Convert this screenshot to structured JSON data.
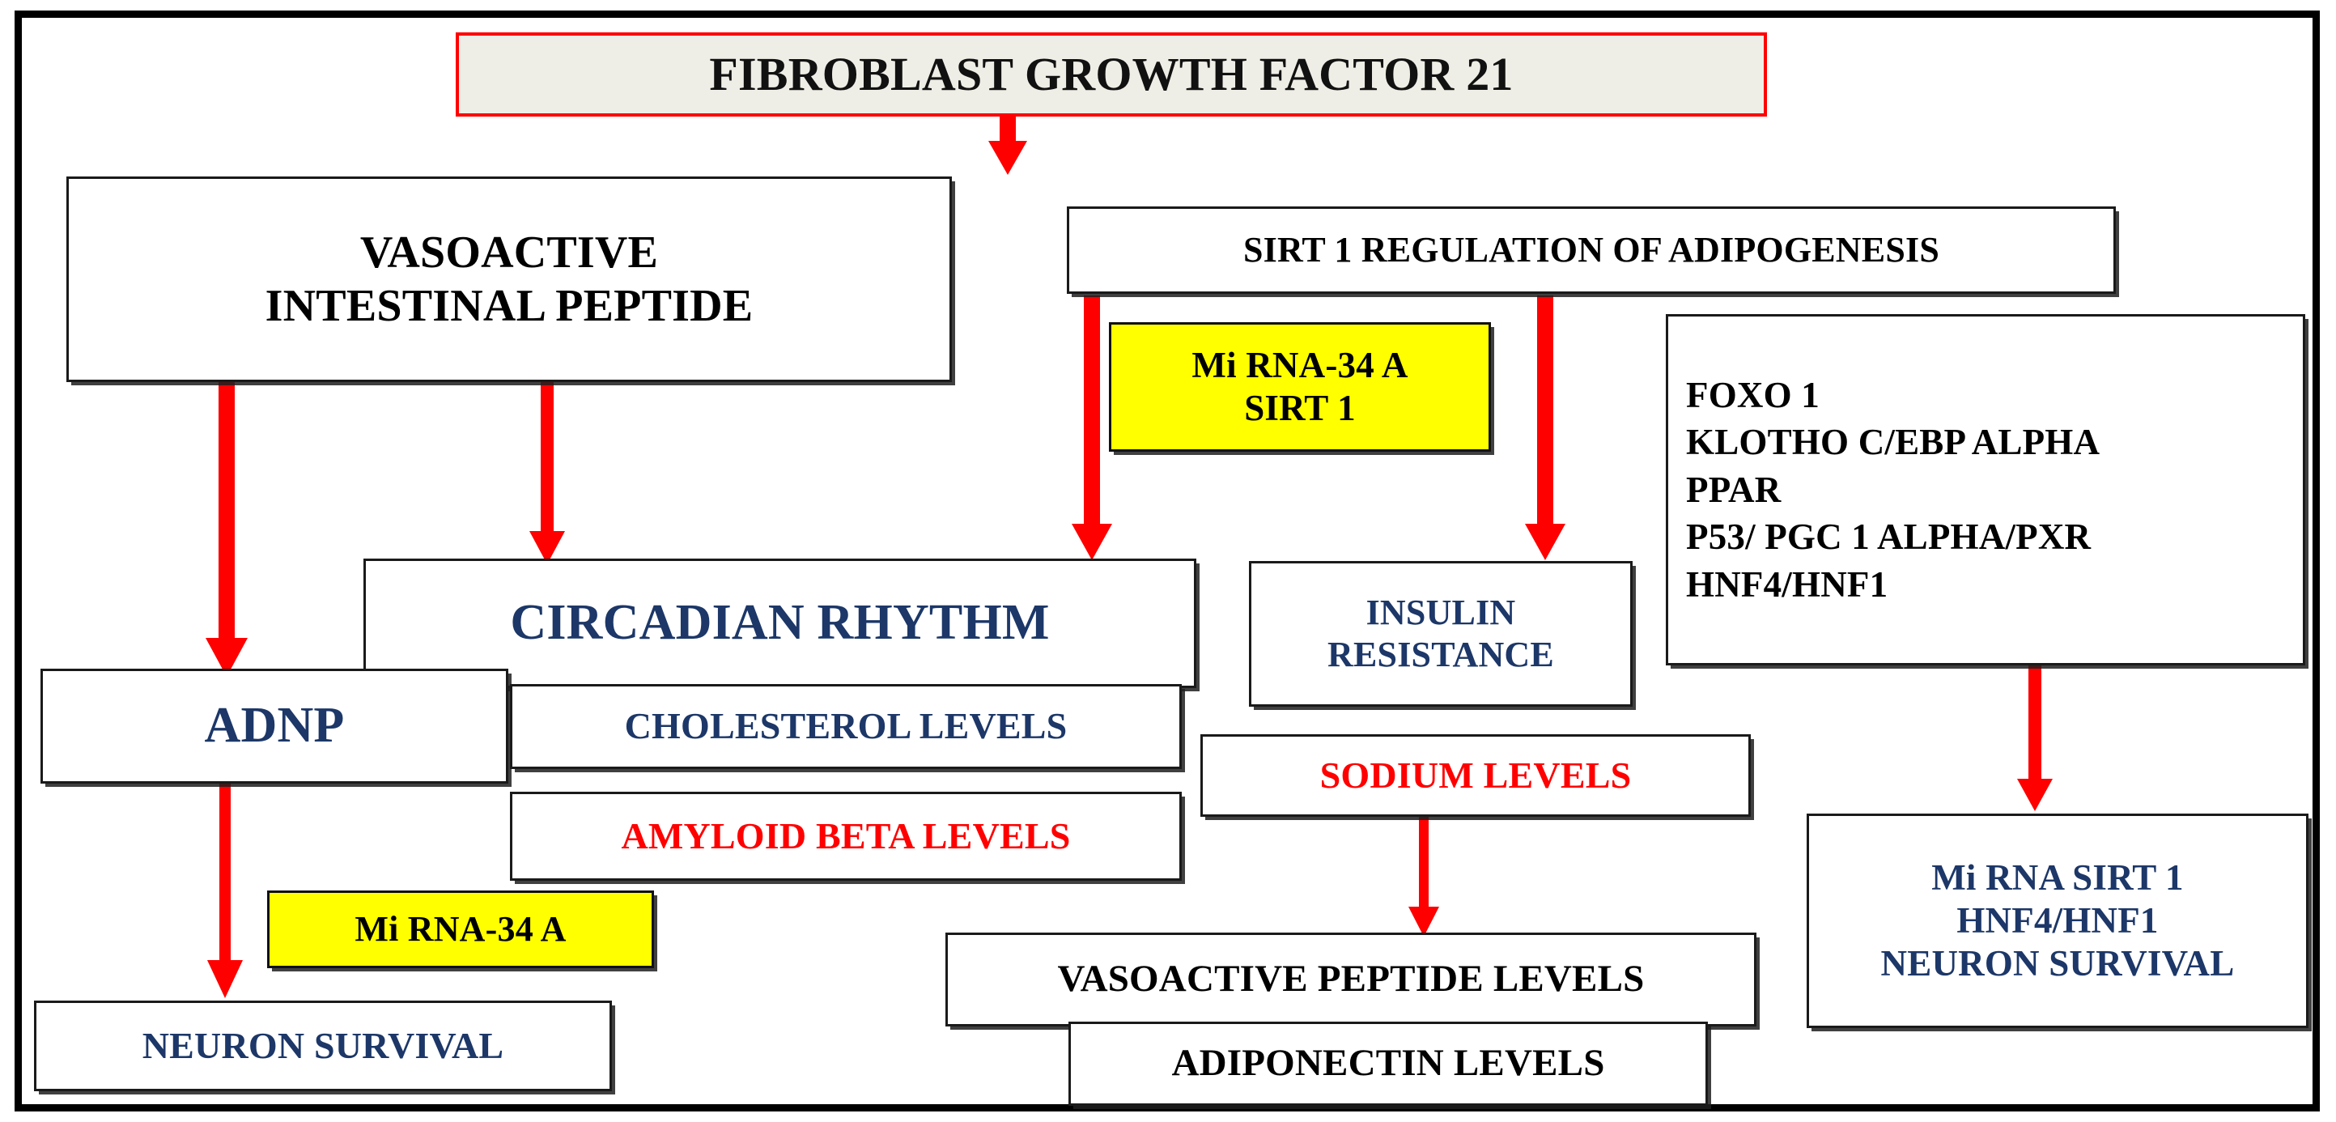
{
  "diagram": {
    "title": "FIBROBLAST GROWTH FACTOR 21",
    "colors": {
      "accent_red": "#ff0000",
      "navy_text": "#1c3768",
      "highlight_yellow": "#ffff00",
      "title_fill": "#efeee6",
      "box_border": "#1a1a1a",
      "frame": "#000000"
    },
    "nodes": {
      "fgf21": {
        "label": "FIBROBLAST GROWTH FACTOR 21"
      },
      "vip": {
        "line1": "VASOACTIVE",
        "line2": "INTESTINAL  PEPTIDE"
      },
      "sirt1_regulation": {
        "label": "SIRT 1 REGULATION  OF ADIPOGENESIS"
      },
      "mirna34a_sirt1": {
        "line1": "Mi RNA-34 A",
        "line2": "SIRT 1"
      },
      "transcription_factors": {
        "line1": "FOXO 1",
        "line2": "KLOTHO C/EBP  ALPHA",
        "line3": "PPAR",
        "line4": "P53/ PGC 1 ALPHA/PXR",
        "line5": "HNF4/HNF1"
      },
      "circadian_rhythm": {
        "label": "CIRCADIAN RHYTHM"
      },
      "insulin_resistance": {
        "line1": "INSULIN",
        "line2": "RESISTANCE"
      },
      "adnp": {
        "label": "ADNP"
      },
      "cholesterol_levels": {
        "label": "CHOLESTEROL LEVELS"
      },
      "amyloid_beta_levels": {
        "label": "AMYLOID BETA LEVELS"
      },
      "sodium_levels": {
        "label": "SODIUM LEVELS"
      },
      "mirna34a": {
        "label": "Mi RNA-34 A"
      },
      "neuron_survival": {
        "label": "NEURON SURVIVAL"
      },
      "vasoactive_peptide_levels": {
        "label": "VASOACTIVE  PEPTIDE  LEVELS"
      },
      "adiponectin_levels": {
        "label": "ADIPONECTIN  LEVELS"
      },
      "mirna_sirt1_outcome": {
        "line1": "Mi RNA SIRT 1",
        "line2": "HNF4/HNF1",
        "line3": "NEURON SURVIVAL"
      }
    },
    "arrows": [
      {
        "name": "fgf21-to-circadian-region",
        "from": "fgf21",
        "to": "circadian-column"
      },
      {
        "name": "vip-to-adnp",
        "from": "vip",
        "to": "adnp"
      },
      {
        "name": "vip-to-circadian",
        "from": "vip",
        "to": "circadian_rhythm"
      },
      {
        "name": "sirt1-to-circadian",
        "from": "sirt1_regulation",
        "to": "circadian_rhythm"
      },
      {
        "name": "sirt1-to-insulin",
        "from": "sirt1_regulation",
        "to": "insulin_resistance"
      },
      {
        "name": "factors-to-outcome",
        "from": "transcription_factors",
        "to": "mirna_sirt1_outcome"
      },
      {
        "name": "adnp-to-neuron-survival",
        "from": "adnp",
        "to": "neuron_survival"
      },
      {
        "name": "sodium-to-vasoactive-peptide",
        "from": "sodium_levels",
        "to": "vasoactive_peptide_levels"
      }
    ]
  }
}
